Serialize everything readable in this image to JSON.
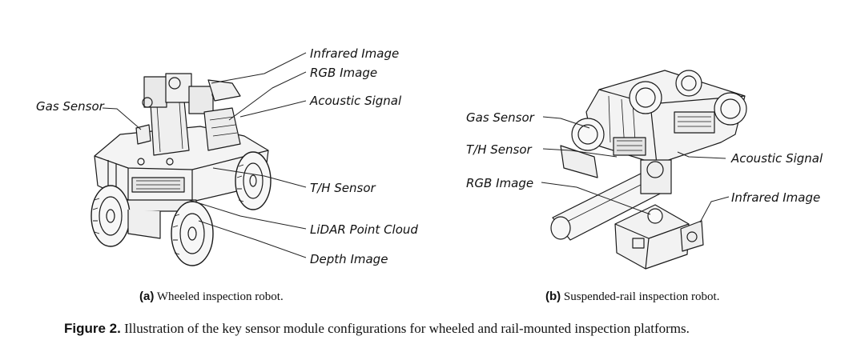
{
  "panel_a": {
    "labels": {
      "infrared": "Infrared Image",
      "rgb": "RGB Image",
      "acoustic": "Acoustic Signal",
      "gas": "Gas Sensor",
      "th": "T/H Sensor",
      "lidar": "LiDAR Point Cloud",
      "depth": "Depth Image"
    },
    "caption_tag": "(a)",
    "caption_text": "Wheeled inspection robot."
  },
  "panel_b": {
    "labels": {
      "gas": "Gas Sensor",
      "th": "T/H Sensor",
      "rgb": "RGB Image",
      "acoustic": "Acoustic Signal",
      "infrared": "Infrared Image"
    },
    "caption_tag": "(b)",
    "caption_text": "Suspended-rail inspection robot."
  },
  "figure": {
    "tag": "Figure 2.",
    "caption": "Illustration of the key sensor module configurations for wheeled and rail-mounted inspection platforms."
  }
}
